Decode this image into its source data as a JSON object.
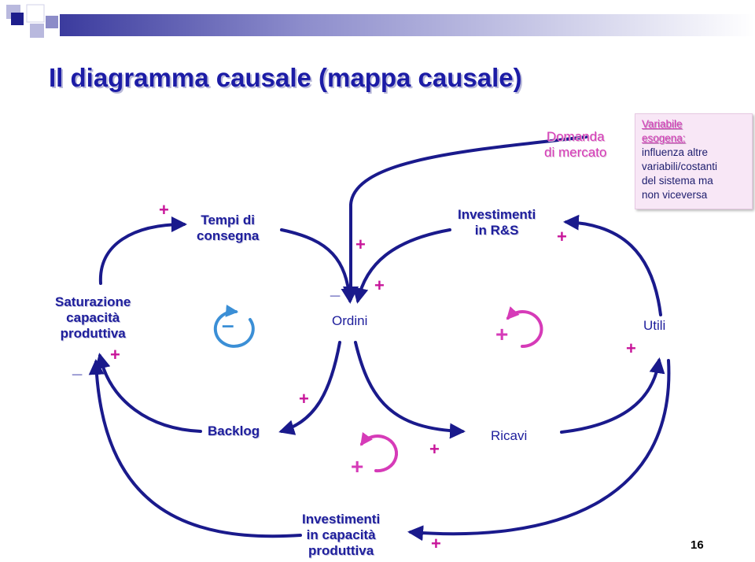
{
  "slide": {
    "title": "Il diagramma causale (mappa causale)",
    "page_number": "16"
  },
  "nodes": {
    "tempi_line1": "Tempi di",
    "tempi_line2": "consegna",
    "investimenti_rs_line1": "Investimenti",
    "investimenti_rs_line2": "in R&S",
    "domanda_line1": "Domanda",
    "domanda_line2": "di mercato",
    "saturazione_line1": "Saturazione",
    "saturazione_line2": "capacità",
    "saturazione_line3": "produttiva",
    "ordini": "Ordini",
    "utili": "Utili",
    "backlog": "Backlog",
    "ricavi": "Ricavi",
    "inv_cap_line1": "Investimenti",
    "inv_cap_line2": "in capacità",
    "inv_cap_line3": "produttiva"
  },
  "exogenous_note": {
    "heading_line1": "Variabile",
    "heading_line2": "esogena:",
    "body_line1": "influenza altre",
    "body_line2": "variabili/costanti",
    "body_line3": "del sistema ma",
    "body_line4": "non viceversa"
  },
  "polarity": {
    "plus": "+",
    "minus": "_"
  },
  "loops": [
    {
      "name": "balancing",
      "sign": "–"
    },
    {
      "name": "reinforcing-1",
      "sign": "+"
    },
    {
      "name": "reinforcing-2",
      "sign": "+"
    }
  ],
  "colors": {
    "title": "#1c1ca6",
    "arrows": "#1a1a8c",
    "positive": "#c8159a",
    "negative": "#1e1e9c",
    "balancing_loop": "#3b8fd6",
    "reinforcing_loop": "#d63bb8",
    "note_bg": "#f8e7f6"
  }
}
